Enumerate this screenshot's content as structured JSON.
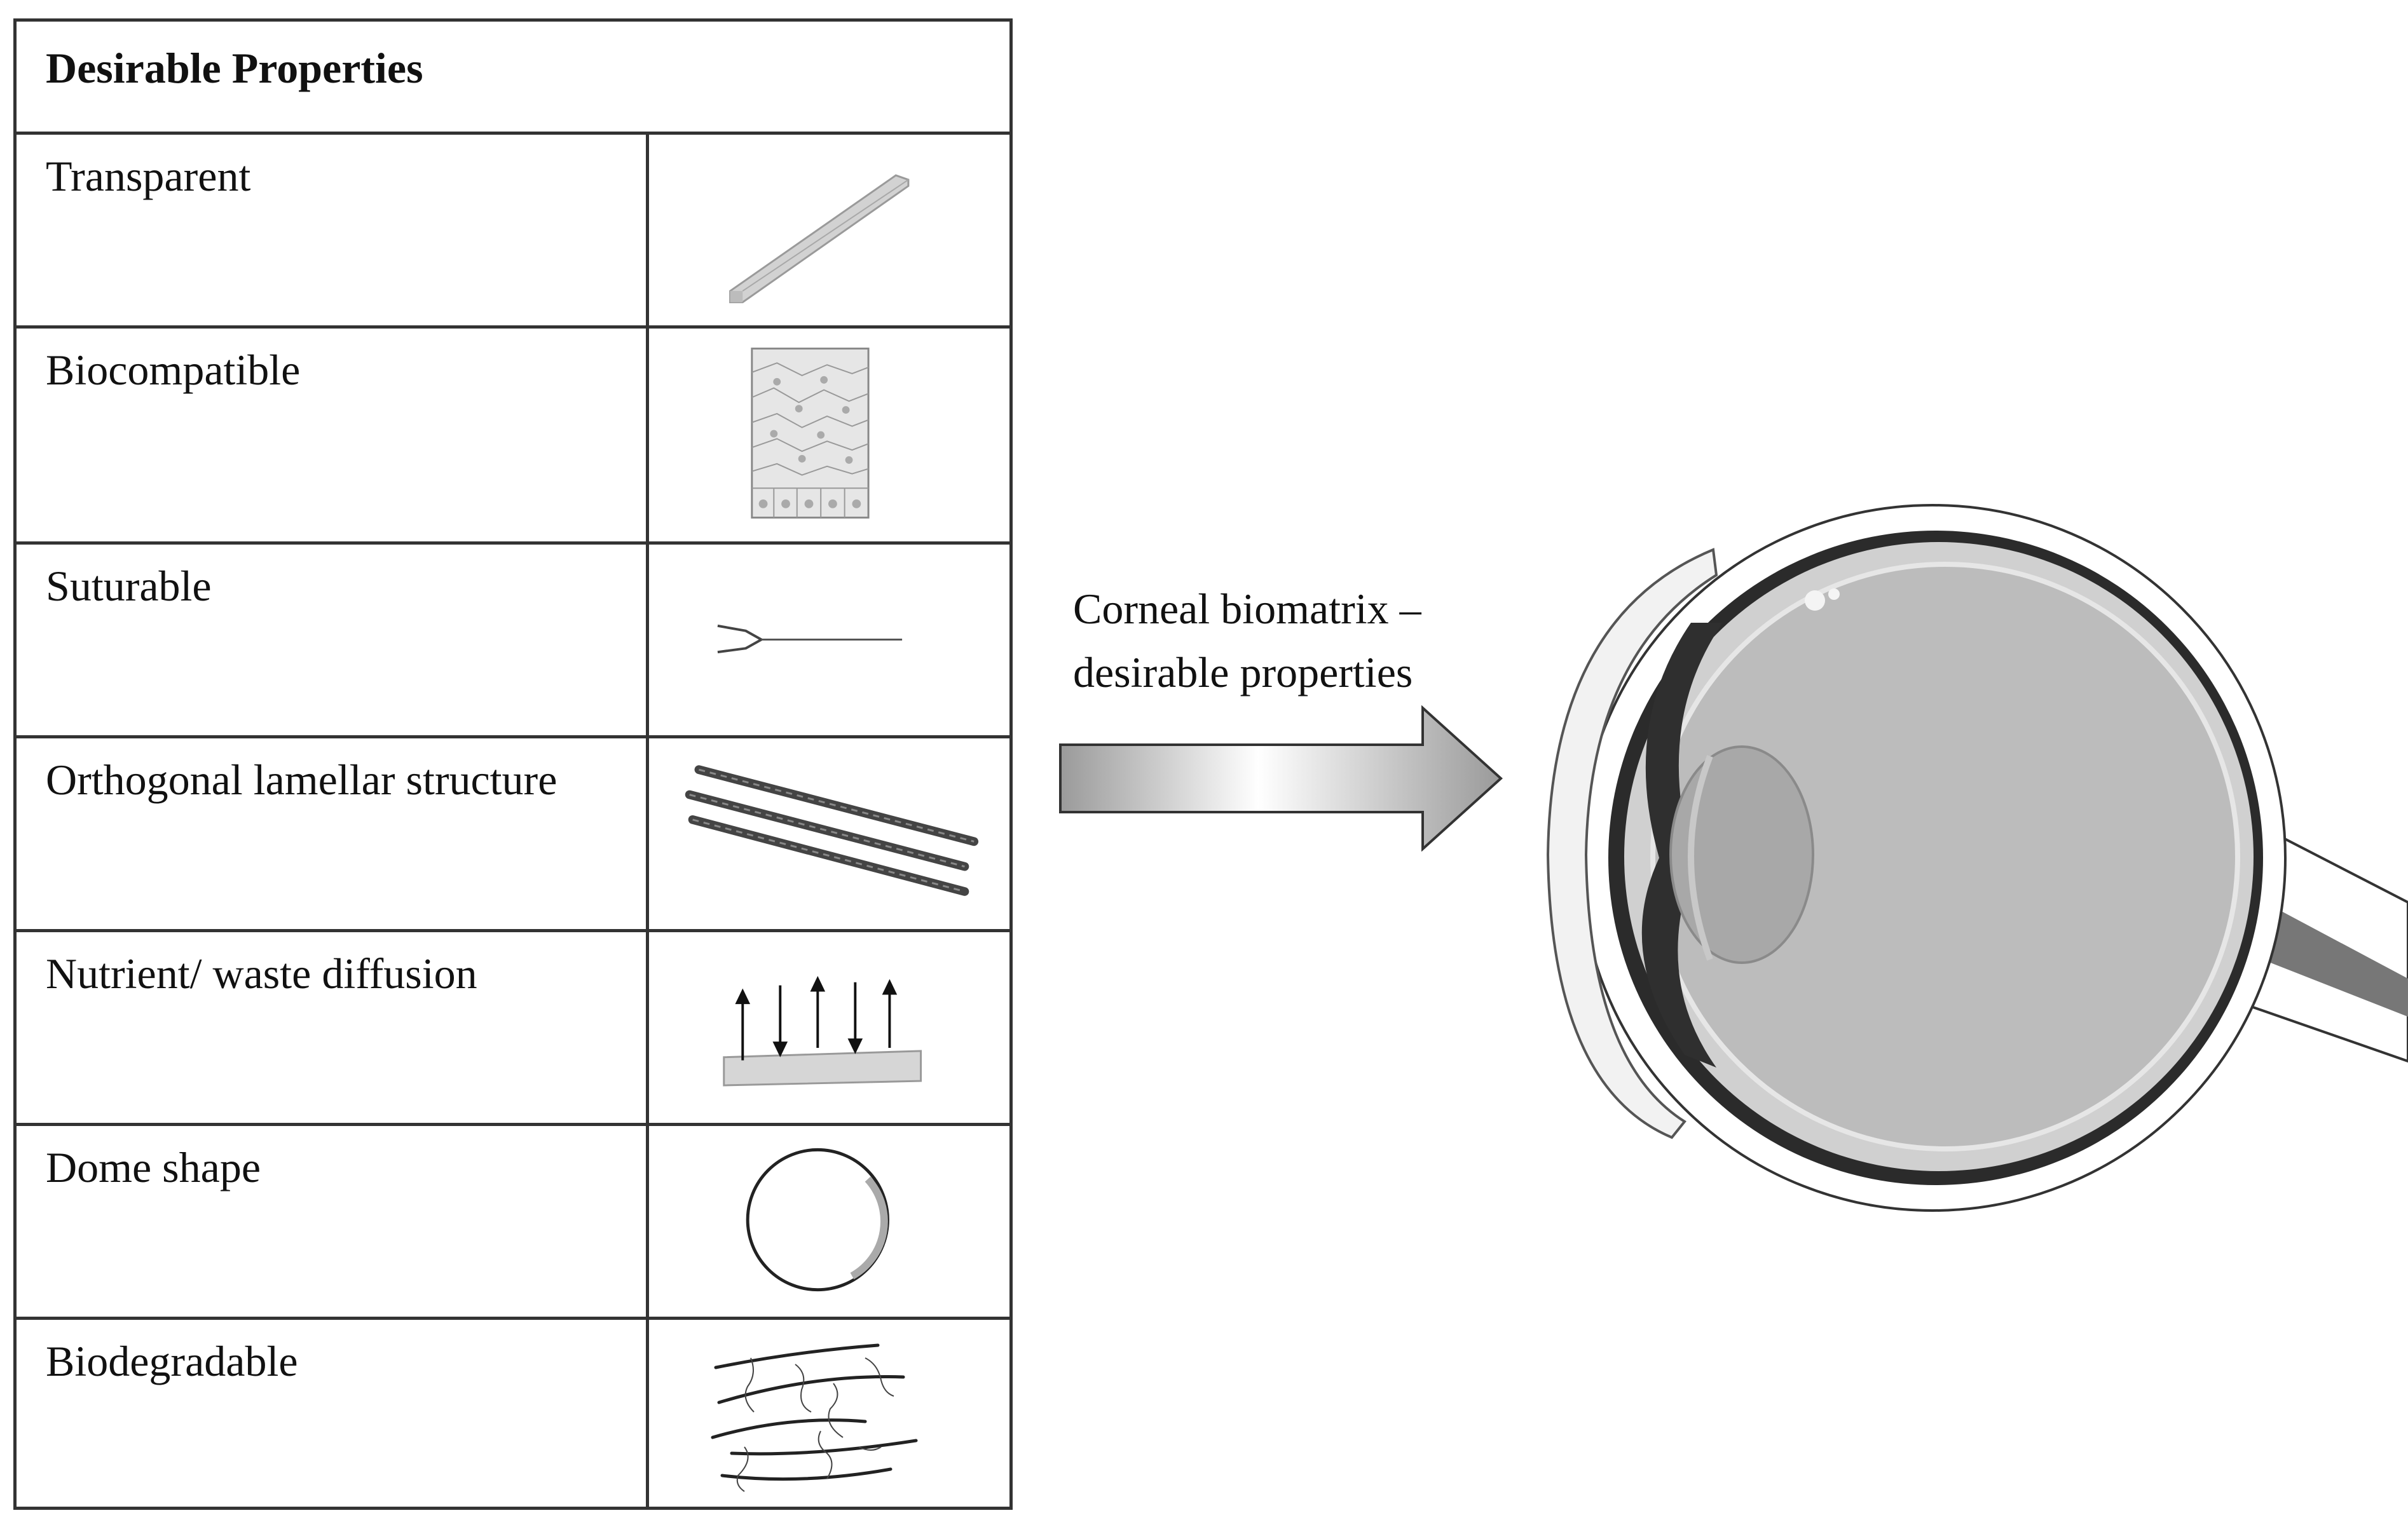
{
  "table": {
    "header": "Desirable Properties",
    "rows": [
      {
        "label": "Transparent",
        "icon": "transparent-strip-icon"
      },
      {
        "label": "Biocompatible",
        "icon": "cell-layers-icon"
      },
      {
        "label": "Suturable",
        "icon": "suture-needle-icon"
      },
      {
        "label": "Orthogonal  lamellar  structure",
        "icon": "lamellar-fibers-icon"
      },
      {
        "label": "Nutrient/  waste diffusion",
        "icon": "diffusion-arrows-icon"
      },
      {
        "label": "Dome  shape",
        "icon": "dome-circle-icon"
      },
      {
        "label": "Biodegradable",
        "icon": "degrading-fibers-icon"
      }
    ]
  },
  "caption": {
    "line1": "Corneal  biomatrix  –",
    "line2": "desirable  properties"
  },
  "eye": {
    "icon": "eye-cross-section-icon"
  },
  "arrow": {
    "icon": "gradient-right-arrow-icon"
  }
}
